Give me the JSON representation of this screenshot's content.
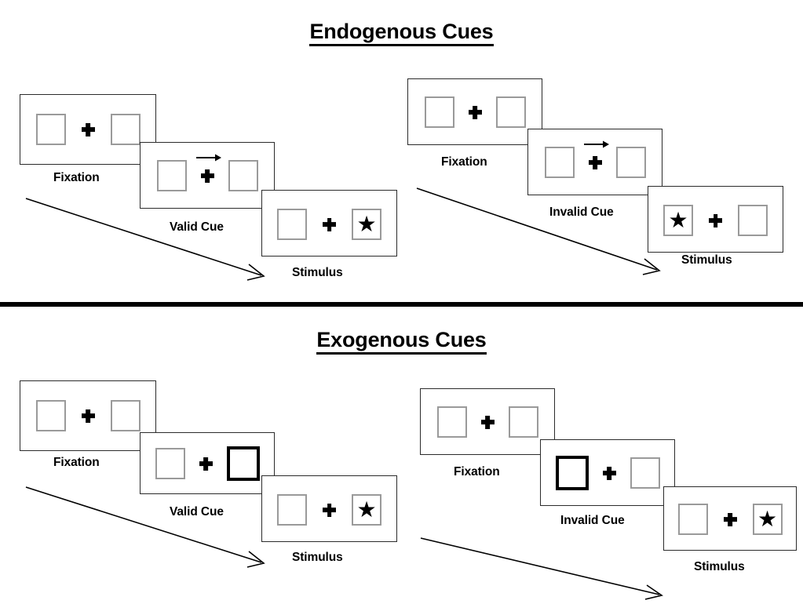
{
  "sections": [
    {
      "id": "endogenous",
      "title": "Endogenous Cues",
      "panels": [
        {
          "id": "endogenous-valid",
          "stages": [
            {
              "label": "Fixation",
              "left_content": "empty",
              "right_content": "empty",
              "cue": "none",
              "cue_box": "none"
            },
            {
              "label": "Valid Cue",
              "left_content": "empty",
              "right_content": "empty",
              "cue": "arrow-right",
              "cue_box": "none"
            },
            {
              "label": "Stimulus",
              "left_content": "empty",
              "right_content": "star",
              "cue": "none",
              "cue_box": "none"
            }
          ]
        },
        {
          "id": "endogenous-invalid",
          "stages": [
            {
              "label": "Fixation",
              "left_content": "empty",
              "right_content": "empty",
              "cue": "none",
              "cue_box": "none"
            },
            {
              "label": "Invalid Cue",
              "left_content": "empty",
              "right_content": "empty",
              "cue": "arrow-right",
              "cue_box": "none"
            },
            {
              "label": "Stimulus",
              "left_content": "star",
              "right_content": "empty",
              "cue": "none",
              "cue_box": "none"
            }
          ]
        }
      ]
    },
    {
      "id": "exogenous",
      "title": "Exogenous Cues",
      "panels": [
        {
          "id": "exogenous-valid",
          "stages": [
            {
              "label": "Fixation",
              "left_content": "empty",
              "right_content": "empty",
              "cue": "none",
              "cue_box": "none"
            },
            {
              "label": "Valid Cue",
              "left_content": "empty",
              "right_content": "empty",
              "cue": "none",
              "cue_box": "right"
            },
            {
              "label": "Stimulus",
              "left_content": "empty",
              "right_content": "star",
              "cue": "none",
              "cue_box": "none"
            }
          ]
        },
        {
          "id": "exogenous-invalid",
          "stages": [
            {
              "label": "Fixation",
              "left_content": "empty",
              "right_content": "empty",
              "cue": "none",
              "cue_box": "none"
            },
            {
              "label": "Invalid Cue",
              "left_content": "empty",
              "right_content": "empty",
              "cue": "none",
              "cue_box": "left"
            },
            {
              "label": "Stimulus",
              "left_content": "empty",
              "right_content": "star",
              "cue": "none",
              "cue_box": "none"
            }
          ]
        }
      ]
    }
  ],
  "glyphs": {
    "star": "★",
    "arrow_right": "→"
  },
  "colors": {
    "frame_border": "#2b2b2b",
    "placeholder_border": "#9a9a9a",
    "cue_border": "#000000",
    "ink": "#000000",
    "background": "#ffffff",
    "divider": "#000000"
  }
}
